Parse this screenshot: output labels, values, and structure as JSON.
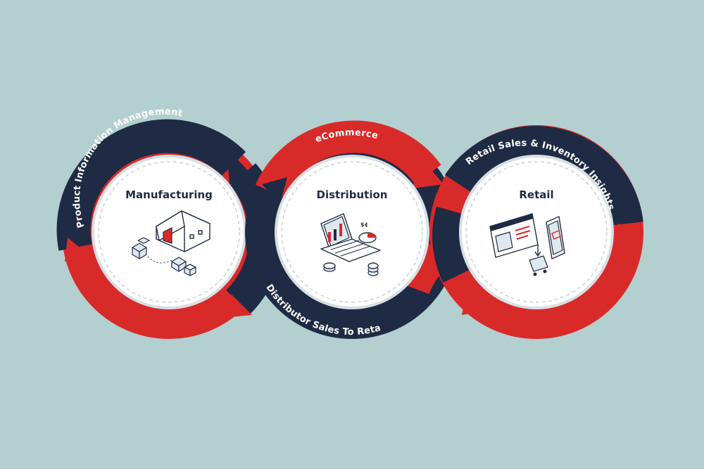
{
  "colors": {
    "background": "#b4cfcf",
    "navy": "#1f2a44",
    "red": "#d92a2a",
    "inner": "#ffffff",
    "dash": "#c9d0d6"
  },
  "stages": [
    {
      "title": "Manufacturing",
      "ring_label": "Product Information Management",
      "icon": "factory-icon"
    },
    {
      "title": "Distribution",
      "ring_label": "eCommerce",
      "ring_label_bottom": "Distributor Sales To Retail Data",
      "icon": "laptop-analytics-icon"
    },
    {
      "title": "Retail",
      "ring_label": "Retail Sales & Inventory Insights",
      "icon": "shop-browser-cart-icon"
    }
  ]
}
